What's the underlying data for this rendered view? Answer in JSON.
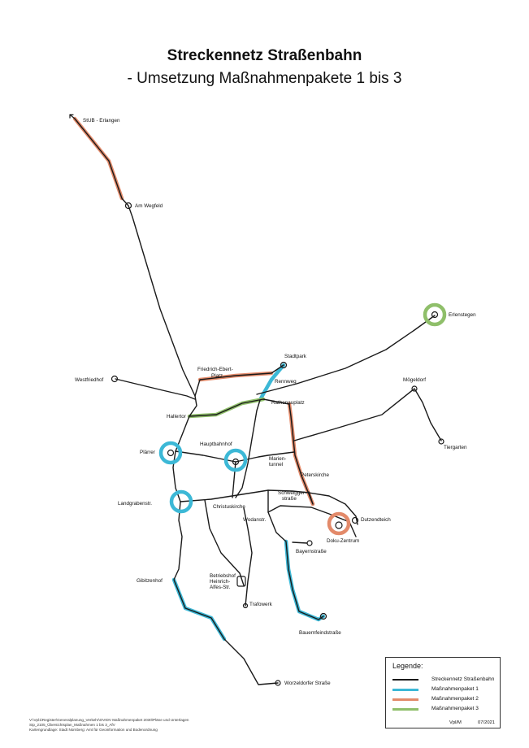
{
  "header": {
    "title": "Streckennetz Straßenbahn",
    "subtitle": "- Umsetzung Maßnahmenpakete 1 bis 3"
  },
  "colors": {
    "network": "#1a1a1a",
    "paket1": "#3cb8d6",
    "paket2": "#e38a6a",
    "paket3": "#8fbf6a"
  },
  "stops": {
    "stub": "StUB - Erlangen",
    "am_wegfeld": "Am Wegfeld",
    "erlenstegen": "Erlenstegen",
    "stadtpark": "Stadtpark",
    "friedrich_ebert_1": "Friedrich-Ebert-",
    "friedrich_ebert_2": "Platz",
    "rennweg": "Rennweg",
    "westfriedhof": "Westfriedhof",
    "moegeldorf": "Mögeldorf",
    "rathenauplatz": "Rathenauplatz",
    "hallertor": "Hallertor",
    "hauptbahnhof": "Hauptbahnhof",
    "plaerrer": "Plärrer",
    "tiergarten": "Tiergarten",
    "marientunnel_1": "Marien-",
    "marientunnel_2": "tunnel",
    "peterskirche": "Peterskirche",
    "landgrabenstr": "Landgrabenstr.",
    "christuskirche": "Christuskirche",
    "schweiggerstrasse_1": "Schweigger-",
    "schweiggerstrasse_2": "straße",
    "dutzendteich": "Dutzendteich",
    "wodanstr": "Wodanstr.",
    "doku_zentrum": "Doku-Zentrum",
    "bayernstrasse": "Bayernstraße",
    "gibitzenhof": "Gibitzenhof",
    "betriebshof_1": "Betriebshof",
    "betriebshof_2": "Heinrich-",
    "betriebshof_3": "Alfes-Str.",
    "trafowerk": "Trafowerk",
    "bauernfeindstrasse": "Bauernfeindstraße",
    "worzeldorfer": "Worzeldorfer Straße"
  },
  "legend": {
    "title": "Legende:",
    "items": [
      {
        "label": "Streckennetz Straßenbahn"
      },
      {
        "label": "Maßnahmenpaket 1"
      },
      {
        "label": "Maßnahmenpaket 2"
      },
      {
        "label": "Maßnahmenpaket 3"
      }
    ],
    "author": "Vpl/M",
    "date": "07/2021"
  },
  "source": {
    "line1": "V:\\Vpl1\\Register\\Generalplanung_Verkehr\\OVIDV Maßnahmenpaket 2030\\Pläne und Unterlagen",
    "line2": "Stp_2105_Übersichtsplan_Maßnahmen 1 bis 3_AfV",
    "line3": "Kartengrundlage: Stadt Nürnberg: Amt für Geoinformation und Bodenordnung"
  }
}
